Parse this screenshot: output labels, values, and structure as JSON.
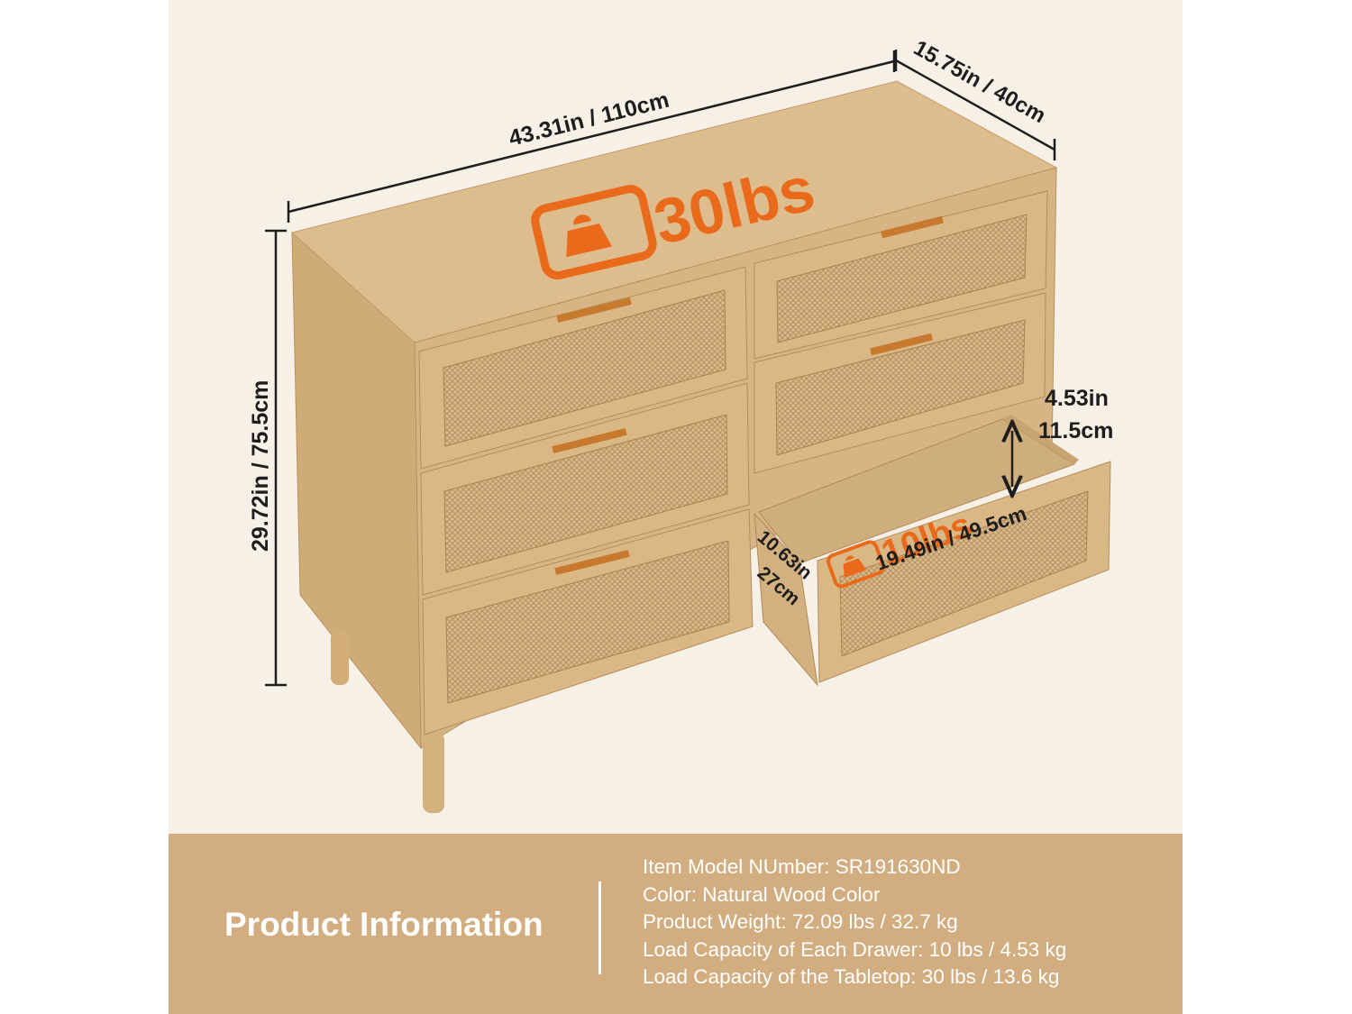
{
  "dimensions": {
    "width": "43.31in / 110cm",
    "depth": "15.75in / 40cm",
    "height": "29.72in / 75.5cm",
    "drawer_height_in": "4.53in",
    "drawer_height_cm": "11.5cm",
    "drawer_width": "19.49in / 49.5cm",
    "drawer_depth_in": "10.63in",
    "drawer_depth_cm": "27cm"
  },
  "badges": {
    "tabletop_load": "30lbs",
    "drawer_load": "10lbs"
  },
  "colors": {
    "accent": "#ea6a1c",
    "panel": "#d2ad80",
    "background": "#f7f0e6"
  },
  "icons": [
    "weight-icon"
  ],
  "product_info": {
    "title": "Product Information",
    "lines": [
      "Item Model NUmber: SR191630ND",
      "Color: Natural Wood Color",
      "Product Weight: 72.09 lbs / 32.7 kg",
      "Load Capacity of Each Drawer: 10 lbs / 4.53 kg",
      "Load Capacity of the Tabletop: 30 lbs / 13.6 kg"
    ]
  }
}
